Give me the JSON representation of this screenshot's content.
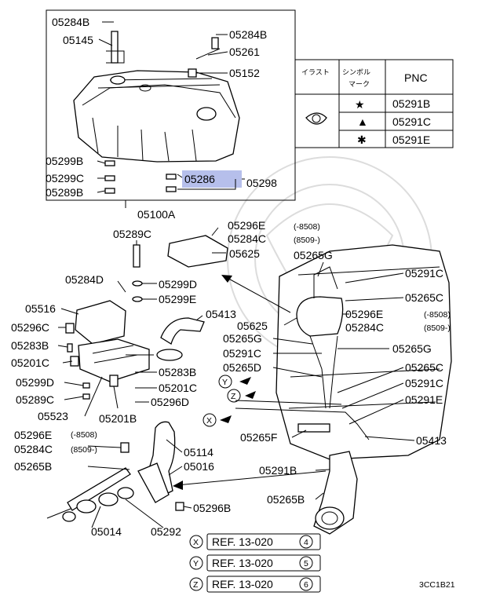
{
  "callouts": [
    {
      "id": "c1",
      "text": "05284B"
    },
    {
      "id": "c2",
      "text": "05145"
    },
    {
      "id": "c3",
      "text": "05284B"
    },
    {
      "id": "c4",
      "text": "05261"
    },
    {
      "id": "c5",
      "text": "05152"
    },
    {
      "id": "c6",
      "text": "05299B"
    },
    {
      "id": "c7",
      "text": "05299C"
    },
    {
      "id": "c8",
      "text": "05289B"
    },
    {
      "id": "c9",
      "text": "05286"
    },
    {
      "id": "c10",
      "text": "05298"
    },
    {
      "id": "c11",
      "text": "05100A"
    },
    {
      "id": "c12",
      "text": "05289C"
    },
    {
      "id": "c13",
      "text": "05296E"
    },
    {
      "id": "c14",
      "text": "(-8508)"
    },
    {
      "id": "c15",
      "text": "05284C"
    },
    {
      "id": "c16",
      "text": "(8509-)"
    },
    {
      "id": "c17",
      "text": "05625"
    },
    {
      "id": "c18",
      "text": "05265G"
    },
    {
      "id": "c19",
      "text": "05291C"
    },
    {
      "id": "c20",
      "text": "05284D"
    },
    {
      "id": "c21",
      "text": "05299D"
    },
    {
      "id": "c22",
      "text": "05299E"
    },
    {
      "id": "c23",
      "text": "05265C"
    },
    {
      "id": "c24",
      "text": "05516"
    },
    {
      "id": "c25",
      "text": "05413"
    },
    {
      "id": "c26",
      "text": "05296E"
    },
    {
      "id": "c27",
      "text": "(-8508)"
    },
    {
      "id": "c28",
      "text": "05625"
    },
    {
      "id": "c29",
      "text": "05284C"
    },
    {
      "id": "c30",
      "text": "(8509-)"
    },
    {
      "id": "c31",
      "text": "05296C"
    },
    {
      "id": "c32",
      "text": "05265G"
    },
    {
      "id": "c33",
      "text": "05283B"
    },
    {
      "id": "c34",
      "text": "05291C"
    },
    {
      "id": "c35",
      "text": "05265G"
    },
    {
      "id": "c36",
      "text": "05201C"
    },
    {
      "id": "c37",
      "text": "05265D"
    },
    {
      "id": "c38",
      "text": "05283B"
    },
    {
      "id": "c39",
      "text": "05265C"
    },
    {
      "id": "c40",
      "text": "05299D"
    },
    {
      "id": "c41",
      "text": "05201C"
    },
    {
      "id": "c42",
      "text": "05291C"
    },
    {
      "id": "c43",
      "text": "05289C"
    },
    {
      "id": "c44",
      "text": "05296D"
    },
    {
      "id": "c45",
      "text": "05291E"
    },
    {
      "id": "c46",
      "text": "05523"
    },
    {
      "id": "c47",
      "text": "05201B"
    },
    {
      "id": "c48",
      "text": "05296E"
    },
    {
      "id": "c49",
      "text": "(-8508)"
    },
    {
      "id": "c50",
      "text": "05265F"
    },
    {
      "id": "c51",
      "text": "05413"
    },
    {
      "id": "c52",
      "text": "05284C"
    },
    {
      "id": "c53",
      "text": "(8509-)"
    },
    {
      "id": "c54",
      "text": "05114"
    },
    {
      "id": "c55",
      "text": "05265B"
    },
    {
      "id": "c56",
      "text": "05016"
    },
    {
      "id": "c57",
      "text": "05291B"
    },
    {
      "id": "c58",
      "text": "05296B"
    },
    {
      "id": "c59",
      "text": "05265B"
    },
    {
      "id": "c60",
      "text": "05014"
    },
    {
      "id": "c61",
      "text": "05292"
    }
  ],
  "view_letters": [
    {
      "id": "v1",
      "text": "Y"
    },
    {
      "id": "v2",
      "text": "Z"
    },
    {
      "id": "v3",
      "text": "X"
    }
  ],
  "legend": {
    "headers": {
      "illust": "イラスト",
      "symbol_1": "シンボル",
      "symbol_2": "マーク",
      "pnc": "PNC"
    },
    "rows": [
      {
        "symbol": "★",
        "pnc": "05291B"
      },
      {
        "symbol": "▲",
        "pnc": "05291C"
      },
      {
        "symbol": "✱",
        "pnc": "05291E"
      }
    ]
  },
  "references": [
    {
      "letter": "X",
      "text": "REF. 13-020",
      "num": "4"
    },
    {
      "letter": "Y",
      "text": "REF. 13-020",
      "num": "5"
    },
    {
      "letter": "Z",
      "text": "REF. 13-020",
      "num": "6"
    }
  ],
  "diagram_code": "3CC1B21"
}
